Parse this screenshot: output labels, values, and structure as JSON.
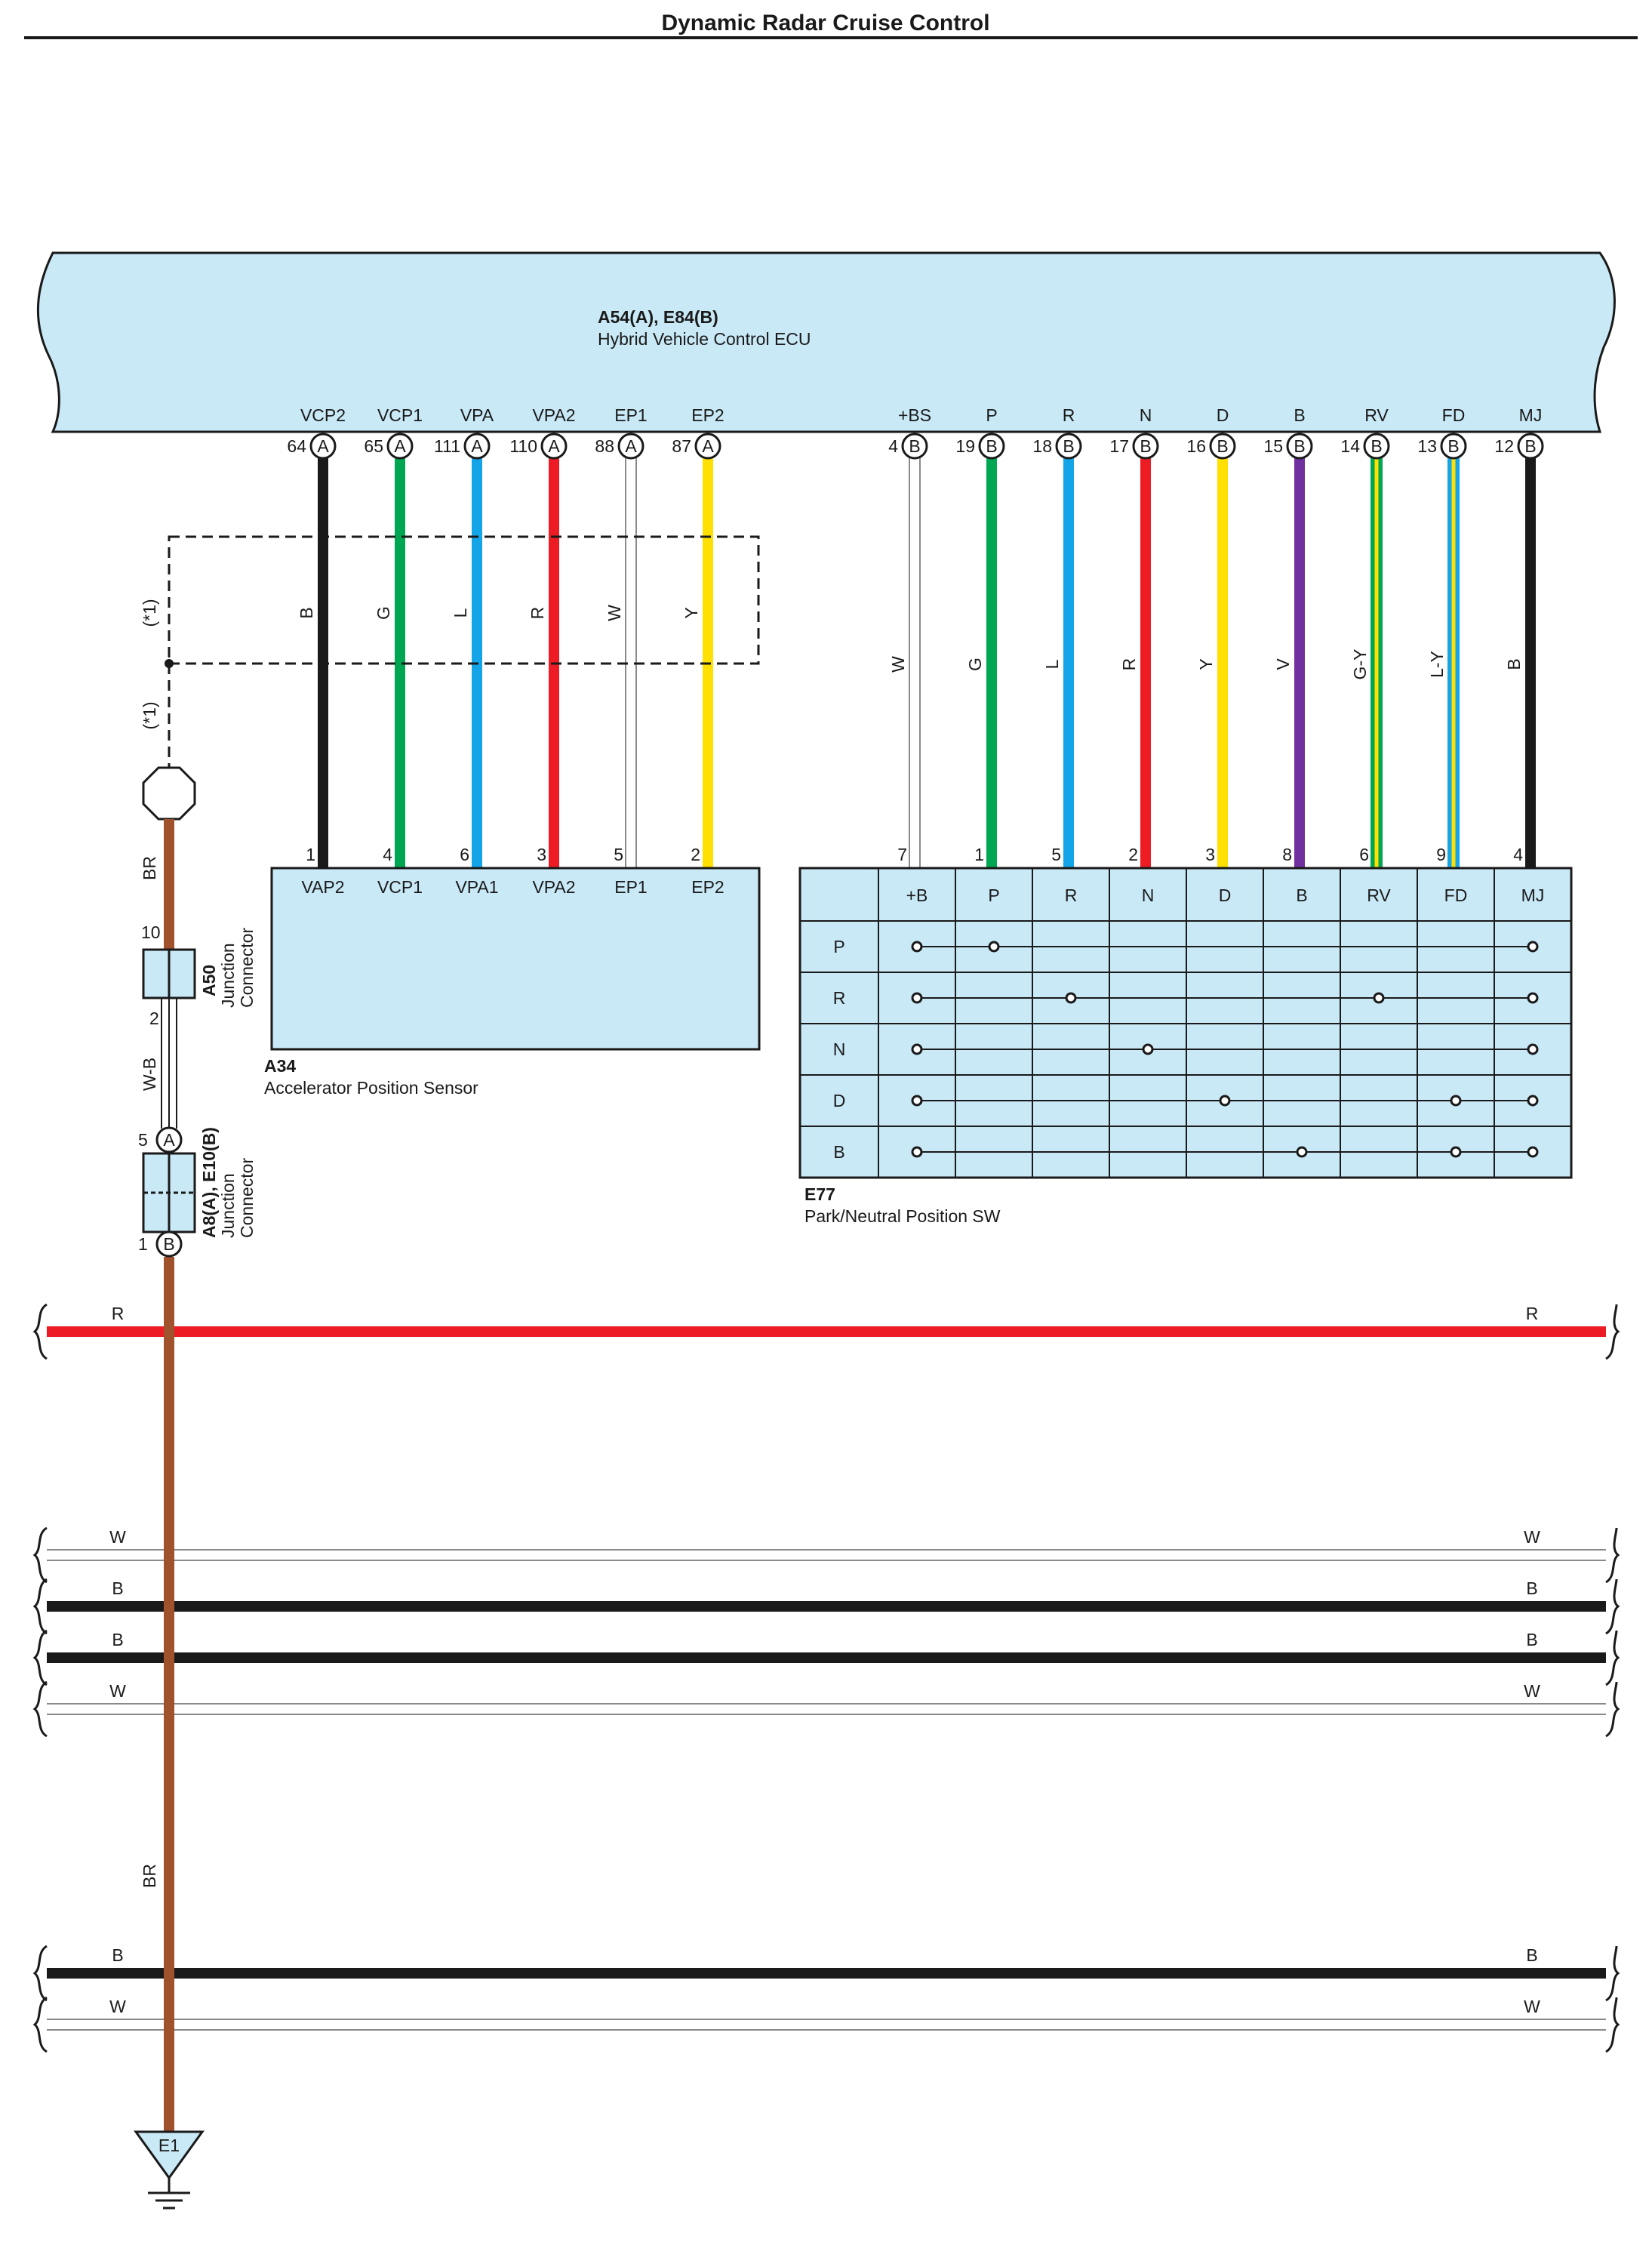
{
  "title": "Dynamic Radar Cruise Control",
  "colors": {
    "ecu_fill": "#c9e9f7",
    "B": "#1a1a1a",
    "G": "#00a651",
    "L": "#14a5e8",
    "R": "#ed1c24",
    "W": "#c8c8c8",
    "Y": "#ffe000",
    "V": "#7030a0",
    "BR": "#a0522d",
    "G-Y": "#00a651",
    "L-Y": "#14a5e8"
  },
  "ecu": {
    "code": "A54(A), E84(B)",
    "name": "Hybrid Vehicle Control ECU",
    "pins": [
      {
        "label": "VCP2",
        "num": "64",
        "conn": "A",
        "wire": "B"
      },
      {
        "label": "VCP1",
        "num": "65",
        "conn": "A",
        "wire": "G"
      },
      {
        "label": "VPA",
        "num": "111",
        "conn": "A",
        "wire": "L"
      },
      {
        "label": "VPA2",
        "num": "110",
        "conn": "A",
        "wire": "R"
      },
      {
        "label": "EP1",
        "num": "88",
        "conn": "A",
        "wire": "W"
      },
      {
        "label": "EP2",
        "num": "87",
        "conn": "A",
        "wire": "Y"
      },
      {
        "label": "+BS",
        "num": "4",
        "conn": "B",
        "wire": "W"
      },
      {
        "label": "P",
        "num": "19",
        "conn": "B",
        "wire": "G"
      },
      {
        "label": "R",
        "num": "18",
        "conn": "B",
        "wire": "L"
      },
      {
        "label": "N",
        "num": "17",
        "conn": "B",
        "wire": "R"
      },
      {
        "label": "D",
        "num": "16",
        "conn": "B",
        "wire": "Y"
      },
      {
        "label": "B",
        "num": "15",
        "conn": "B",
        "wire": "V"
      },
      {
        "label": "RV",
        "num": "14",
        "conn": "B",
        "wire": "G-Y"
      },
      {
        "label": "FD",
        "num": "13",
        "conn": "B",
        "wire": "L-Y"
      },
      {
        "label": "MJ",
        "num": "12",
        "conn": "B",
        "wire": "B"
      }
    ]
  },
  "sensor": {
    "code": "A34",
    "name": "Accelerator Position Sensor",
    "pins": [
      {
        "num": "1",
        "label": "VAP2"
      },
      {
        "num": "4",
        "label": "VCP1"
      },
      {
        "num": "6",
        "label": "VPA1"
      },
      {
        "num": "3",
        "label": "VPA2"
      },
      {
        "num": "5",
        "label": "EP1"
      },
      {
        "num": "2",
        "label": "EP2"
      }
    ]
  },
  "switch": {
    "code": "E77",
    "name": "Park/Neutral Position SW",
    "pins": [
      "7",
      "1",
      "5",
      "2",
      "3",
      "8",
      "6",
      "9",
      "4"
    ],
    "columns": [
      "+B",
      "P",
      "R",
      "N",
      "D",
      "B",
      "RV",
      "FD",
      "MJ"
    ],
    "rows": [
      {
        "label": "P",
        "contacts": [
          0,
          1,
          8
        ]
      },
      {
        "label": "R",
        "contacts": [
          0,
          2,
          6,
          8
        ]
      },
      {
        "label": "N",
        "contacts": [
          0,
          3,
          8
        ]
      },
      {
        "label": "D",
        "contacts": [
          0,
          4,
          7,
          8
        ]
      },
      {
        "label": "B",
        "contacts": [
          0,
          5,
          7,
          8
        ]
      }
    ]
  },
  "shield_note": "(*1)",
  "junction_a50": {
    "code": "A50",
    "name_1": "Junction",
    "name_2": "Connector",
    "pin_top": "10",
    "pin_bottom": "2"
  },
  "junction_a8": {
    "code": "A8(A), E10(B)",
    "name_1": "Junction",
    "name_2": "Connector",
    "pin_top": "5",
    "conn_top": "A",
    "pin_bottom": "1",
    "conn_bottom": "B"
  },
  "ground_wire": {
    "upper": "BR",
    "middle": "W-B",
    "lower": "BR"
  },
  "ground": "E1",
  "buses": [
    {
      "color": "R",
      "left": "R",
      "right": "R",
      "thick": true
    },
    {
      "color": "W",
      "left": "W",
      "right": "W",
      "thick": false
    },
    {
      "color": "B",
      "left": "B",
      "right": "B",
      "thick": true
    },
    {
      "color": "B",
      "left": "B",
      "right": "B",
      "thick": true
    },
    {
      "color": "W",
      "left": "W",
      "right": "W",
      "thick": false
    },
    {
      "color": "B",
      "left": "B",
      "right": "B",
      "thick": true
    },
    {
      "color": "W",
      "left": "W",
      "right": "W",
      "thick": false
    }
  ]
}
